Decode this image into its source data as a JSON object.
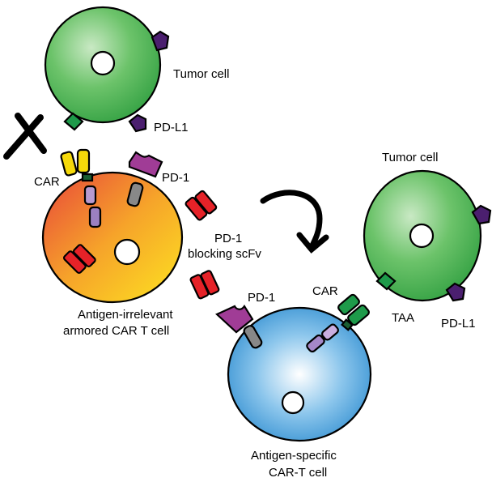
{
  "labels": {
    "tumor_cell_top": "Tumor cell",
    "pdl1_top": "PD-L1",
    "car_left": "CAR",
    "pd1_left": "PD-1",
    "scfv_line1": "PD-1",
    "scfv_line2": "blocking scFv",
    "armored_line1": "Antigen-irrelevant",
    "armored_line2": "armored CAR T cell",
    "tumor_cell_right": "Tumor cell",
    "pd1_blue": "PD-1",
    "car_blue": "CAR",
    "taa": "TAA",
    "pdl1_right": "PD-L1",
    "specific_line1": "Antigen-specific",
    "specific_line2": "CAR-T cell"
  },
  "colors": {
    "tumor_green": "#3fae49",
    "pdl1_purple": "#4b1f6f",
    "pd1_magenta": "#a03c96",
    "scfv_red": "#e52228",
    "car_yellow": "#f5d90a",
    "car_green": "#1e9a4a",
    "tcell_blue": "#3a94d4",
    "tcell_orange": "#f08a30"
  }
}
